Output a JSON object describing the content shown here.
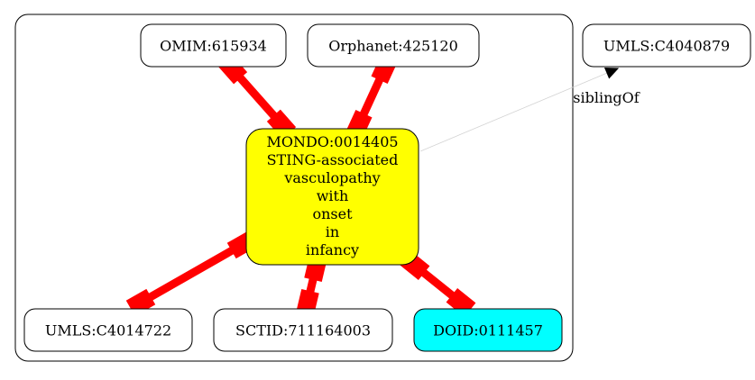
{
  "diagram": {
    "nodes": [
      {
        "id": "omim",
        "label": "OMIM:615934",
        "fill": "#ffffff"
      },
      {
        "id": "orphanet",
        "label": "Orphanet:425120",
        "fill": "#ffffff"
      },
      {
        "id": "umls_c4040879",
        "label": "UMLS:C4040879",
        "fill": "#ffffff"
      },
      {
        "id": "mondo",
        "lines": [
          "MONDO:0014405",
          "STING-associated",
          "vasculopathy",
          "with",
          "onset",
          "in",
          "infancy"
        ],
        "fill": "#ffff00"
      },
      {
        "id": "umls_c4014722",
        "label": "UMLS:C4014722",
        "fill": "#ffffff"
      },
      {
        "id": "sctid",
        "label": "SCTID:711164003",
        "fill": "#ffffff"
      },
      {
        "id": "doid",
        "label": "DOID:0111457",
        "fill": "#00ffff"
      }
    ],
    "edges": [
      {
        "from": "omim",
        "to": "mondo",
        "style": "thick",
        "color": "#ff0000"
      },
      {
        "from": "orphanet",
        "to": "mondo",
        "style": "thick",
        "color": "#ff0000"
      },
      {
        "from": "mondo",
        "to": "umls_c4014722",
        "style": "thick",
        "color": "#ff0000"
      },
      {
        "from": "mondo",
        "to": "sctid",
        "style": "thick",
        "color": "#ff0000"
      },
      {
        "from": "mondo",
        "to": "doid",
        "style": "thick",
        "color": "#ff0000"
      },
      {
        "from": "mondo",
        "to": "umls_c4040879",
        "style": "thin",
        "label": "siblingOf",
        "color": "#d3d3d3"
      }
    ]
  }
}
